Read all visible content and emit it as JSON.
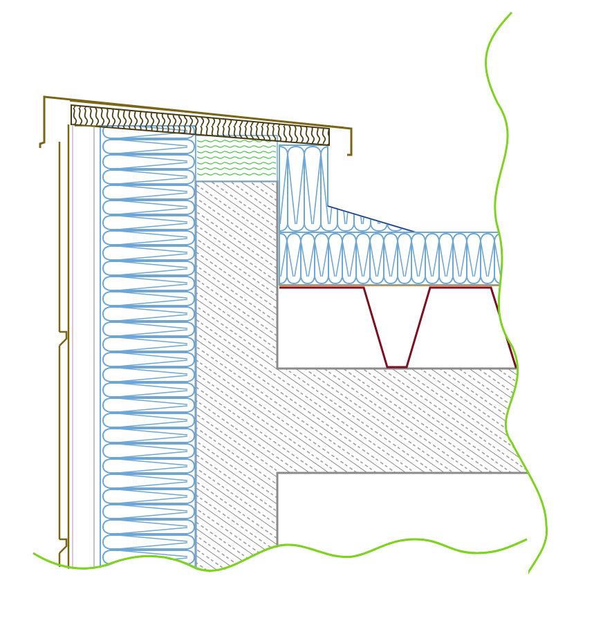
{
  "drawing": {
    "type": "construction-section-detail",
    "background": "#ffffff",
    "colors": {
      "insulation_outline": "#6ea6d6",
      "concrete_hatch": "#8a8a8a",
      "concrete_outline": "#8a8a8a",
      "flashing": "#7a6418",
      "timber_hatch": "#4a3a10",
      "green_fill": "#7be07b",
      "break_line": "#7ed321",
      "trapezoidal_deck": "#7a1020",
      "membrane": "#d98c3a",
      "cladding": "#7a6418"
    },
    "components": [
      {
        "name": "eaves-flashing",
        "icon": "flashing"
      },
      {
        "name": "timber-batten-hatched",
        "icon": "hatch"
      },
      {
        "name": "facade-insulation",
        "icon": "insulation"
      },
      {
        "name": "green-insulation-block",
        "icon": "insulation"
      },
      {
        "name": "concrete-wall",
        "icon": "concrete-hatch"
      },
      {
        "name": "roof-insulation-upper",
        "icon": "insulation"
      },
      {
        "name": "roof-insulation-lower",
        "icon": "insulation"
      },
      {
        "name": "trapezoidal-metal-deck",
        "icon": "profile"
      },
      {
        "name": "concrete-slab",
        "icon": "concrete-hatch"
      },
      {
        "name": "facade-cladding",
        "icon": "panel"
      },
      {
        "name": "break-lines",
        "icon": "wavy-line"
      }
    ]
  }
}
